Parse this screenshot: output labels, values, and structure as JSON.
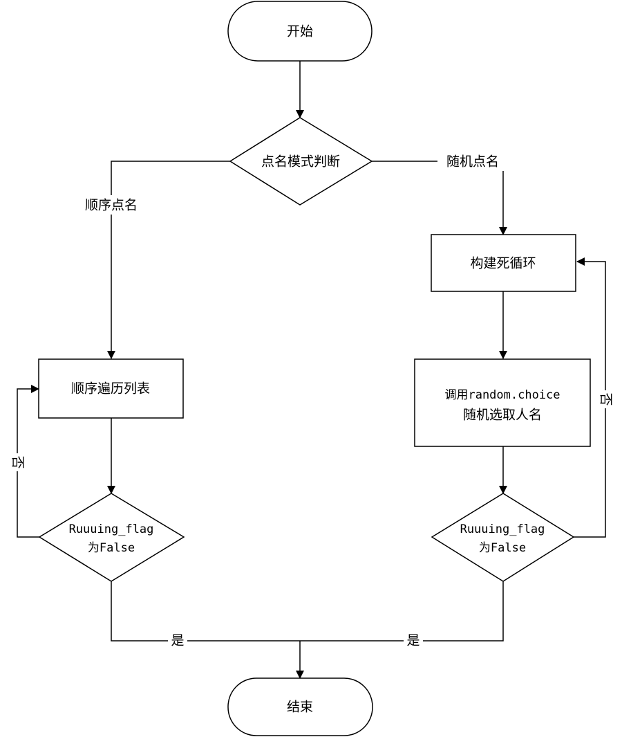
{
  "nodes": {
    "start": "开始",
    "mode_decision": "点名模式判断",
    "sequential_loop": "顺序遍历列表",
    "sequential_check_line1": "Ruuuing_flag",
    "sequential_check_line2": "为False",
    "build_loop": "构建死循环",
    "random_choice_line1": "调用random.choice",
    "random_choice_line2": "随机选取人名",
    "random_check_line1": "Ruuuing_flag",
    "random_check_line2": "为False",
    "end": "结束"
  },
  "edges": {
    "sequential_branch": "顺序点名",
    "random_branch": "随机点名",
    "left_no": "否",
    "right_no": "否",
    "left_yes": "是",
    "right_yes": "是"
  },
  "colors": {
    "stroke": "#000000",
    "fill": "#ffffff"
  }
}
